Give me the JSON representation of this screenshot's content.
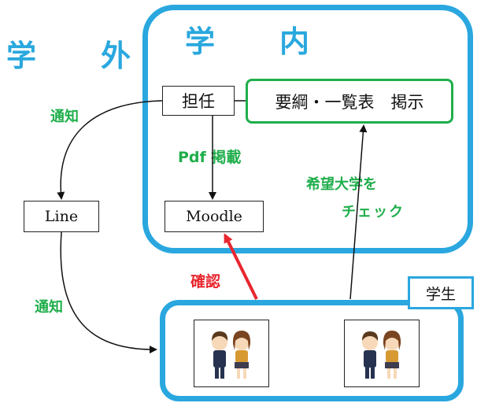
{
  "labels": {
    "outside": "学　外",
    "inside": "学　内",
    "notify_top": "通知",
    "notify_bottom": "通知",
    "pdf_posted": "Pdf 掲載",
    "check_univ_line1": "希望大学を",
    "check_univ_line2": "チェック",
    "confirm": "確認"
  },
  "nodes": {
    "homeroom": "担任",
    "guidelines": "要綱・一覧表　掲示",
    "line": "Line",
    "moodle": "Moodle",
    "students": "学生"
  },
  "colors": {
    "region_blue": "#2aa7df",
    "label_green": "#1fae4b",
    "confirm_red": "#e8262f",
    "arrow_black": "#111111"
  }
}
